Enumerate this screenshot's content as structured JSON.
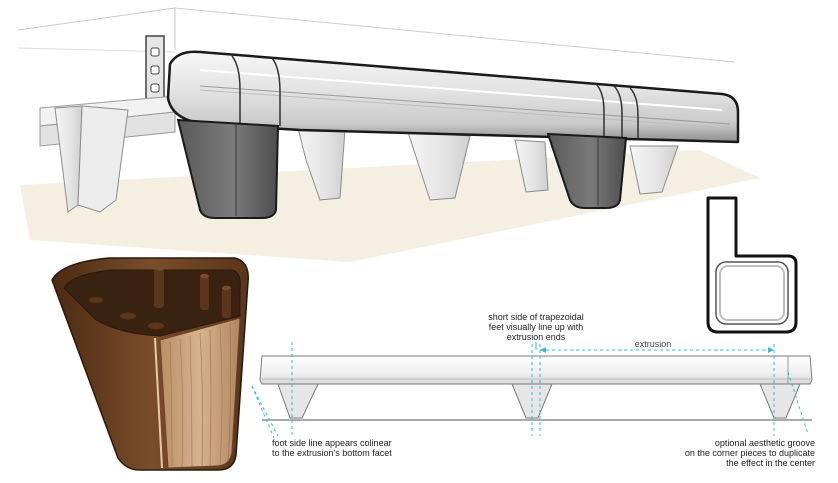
{
  "annotations": {
    "trapezoid_note": [
      "short side of trapezoidal",
      "feet visually line up with",
      "extrusion ends"
    ],
    "extrusion_label": "extrusion",
    "foot_note": [
      "foot side line appears colinear",
      "to the extrusion's bottom facet"
    ],
    "groove_note": [
      "optional aesthetic groove",
      "on the corner pieces to duplicate",
      "the effect in the center"
    ]
  },
  "colors": {
    "dimension_line": "#3ab9c9",
    "extrusion_body": "#dcdcdc",
    "foot_dark": "#6e6e6e",
    "walnut": "#6b4426",
    "wood_grain": "#c9a27c",
    "floor_shadow": "#f4efe1"
  }
}
